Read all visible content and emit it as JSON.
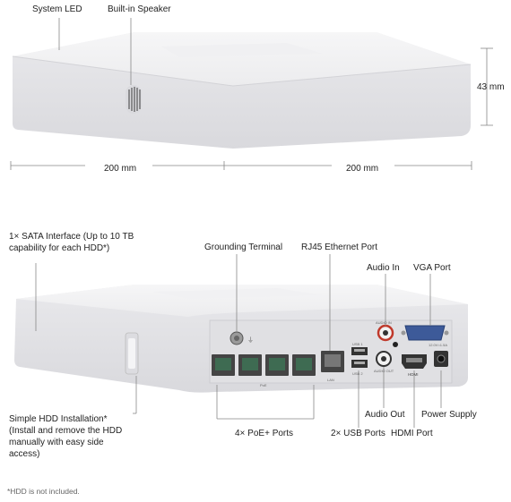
{
  "top_view": {
    "system_led": "System LED",
    "speaker": "Built-in Speaker",
    "height": "43 mm",
    "width_left": "200 mm",
    "width_right": "200 mm"
  },
  "bottom_view": {
    "sata": "1× SATA Interface (Up to 10 TB capability for each HDD*)",
    "grounding": "Grounding Terminal",
    "rj45": "RJ45 Ethernet Port",
    "audio_in": "Audio In",
    "vga": "VGA Port",
    "hdd_install": "Simple HDD Installation* (Install and remove the HDD manually with easy side access)",
    "poe": "4× PoE+ Ports",
    "usb": "2× USB Ports",
    "audio_out": "Audio Out",
    "hdmi": "HDMI Port",
    "power": "Power Supply"
  },
  "device_marks": {
    "poe_mark": "PoE",
    "lan_mark": "LAN",
    "usb1_mark": "USB 1",
    "usb2_mark": "USB 2",
    "audio_in_mark": "AUDIO IN",
    "audio_out_mark": "AUDIO OUT",
    "hdmi_mark": "HDMI",
    "power_mark": "12.0V=1.5A"
  },
  "footnote": "*HDD is not included.",
  "colors": {
    "device_body": "#eeeef0",
    "device_shadow": "#d8d8dc",
    "leader_line": "#888888",
    "audio_in_ring": "#c0392b",
    "vga_port": "#3d5a99",
    "port_dark": "#333333"
  }
}
